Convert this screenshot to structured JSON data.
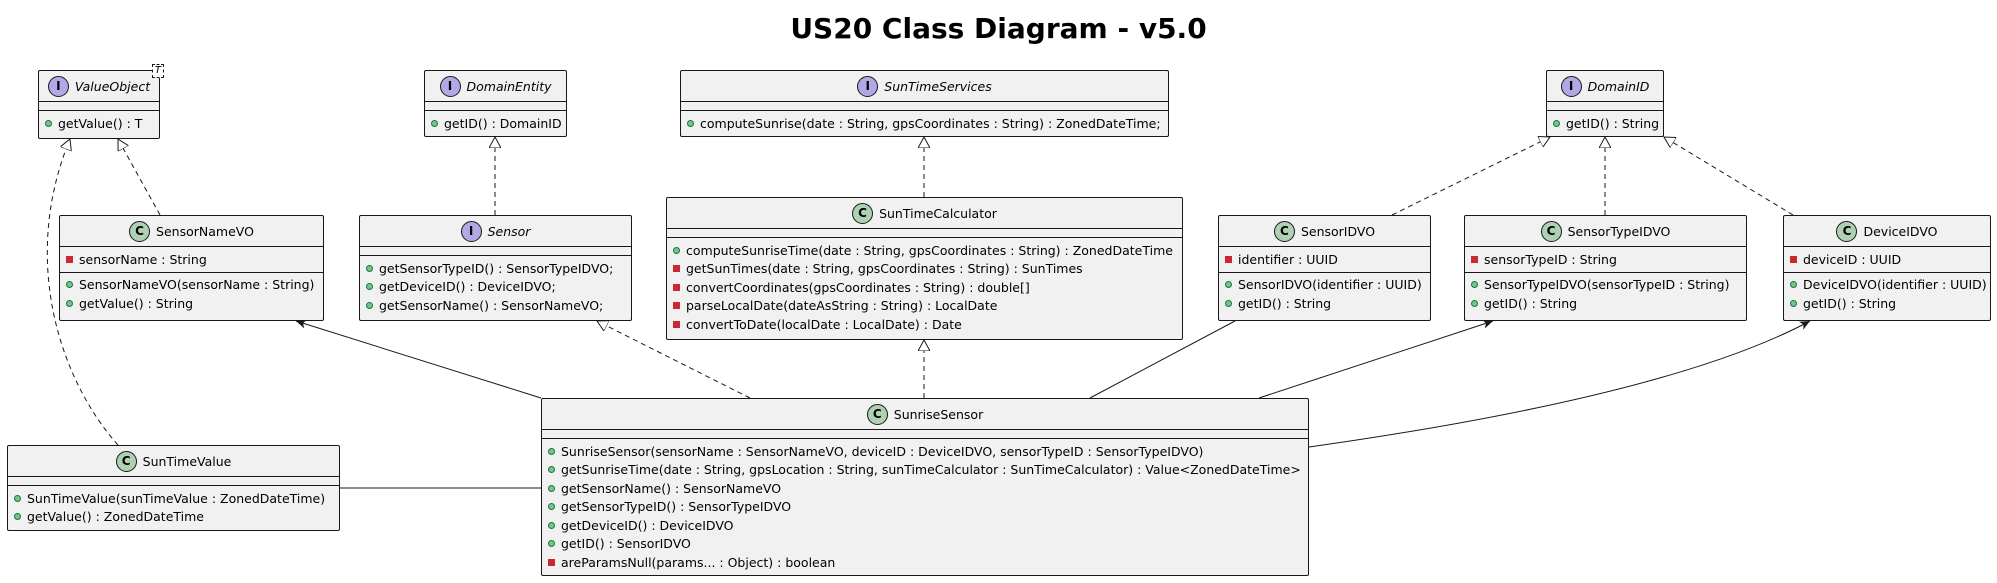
{
  "title": "US20 Class Diagram - v5.0",
  "classes": {
    "value_object": {
      "kind": "I",
      "name": "ValueObject",
      "template_param": "T",
      "attributes": [],
      "methods": [
        {
          "vis": "public",
          "text": "getValue() : T"
        }
      ]
    },
    "domain_entity": {
      "kind": "I",
      "name": "DomainEntity",
      "attributes": [],
      "methods": [
        {
          "vis": "public",
          "text": "getID() : DomainID"
        }
      ]
    },
    "sun_time_services": {
      "kind": "I",
      "name": "SunTimeServices",
      "attributes": [],
      "methods": [
        {
          "vis": "public",
          "text": "computeSunrise(date : String, gpsCoordinates : String) : ZonedDateTime;"
        }
      ]
    },
    "domain_id": {
      "kind": "I",
      "name": "DomainID",
      "attributes": [],
      "methods": [
        {
          "vis": "public",
          "text": "getID() : String"
        }
      ]
    },
    "sensor_name_vo": {
      "kind": "C",
      "name": "SensorNameVO",
      "attributes": [
        {
          "vis": "private",
          "text": "sensorName : String"
        }
      ],
      "methods": [
        {
          "vis": "public",
          "text": "SensorNameVO(sensorName : String)"
        },
        {
          "vis": "public",
          "text": "getValue() : String"
        }
      ]
    },
    "sensor": {
      "kind": "I",
      "name": "Sensor",
      "attributes": [],
      "methods": [
        {
          "vis": "public",
          "text": "getSensorTypeID() : SensorTypeIDVO;"
        },
        {
          "vis": "public",
          "text": "getDeviceID() : DeviceIDVO;"
        },
        {
          "vis": "public",
          "text": "getSensorName() : SensorNameVO;"
        }
      ]
    },
    "sun_time_calculator": {
      "kind": "C",
      "name": "SunTimeCalculator",
      "attributes": [],
      "methods": [
        {
          "vis": "public",
          "text": "computeSunriseTime(date : String, gpsCoordinates : String) : ZonedDateTime"
        },
        {
          "vis": "private",
          "text": "getSunTimes(date : String, gpsCoordinates : String) : SunTimes"
        },
        {
          "vis": "private",
          "text": "convertCoordinates(gpsCoordinates : String) : double[]"
        },
        {
          "vis": "private",
          "text": "parseLocalDate(dateAsString : String) : LocalDate"
        },
        {
          "vis": "private",
          "text": "convertToDate(localDate : LocalDate) : Date"
        }
      ]
    },
    "sensor_id_vo": {
      "kind": "C",
      "name": "SensorIDVO",
      "attributes": [
        {
          "vis": "private",
          "text": "identifier : UUID"
        }
      ],
      "methods": [
        {
          "vis": "public",
          "text": "SensorIDVO(identifier : UUID)"
        },
        {
          "vis": "public",
          "text": "getID() : String"
        }
      ]
    },
    "sensor_type_id_vo": {
      "kind": "C",
      "name": "SensorTypeIDVO",
      "attributes": [
        {
          "vis": "private",
          "text": "sensorTypeID : String"
        }
      ],
      "methods": [
        {
          "vis": "public",
          "text": "SensorTypeIDVO(sensorTypeID : String)"
        },
        {
          "vis": "public",
          "text": "getID() : String"
        }
      ]
    },
    "device_id_vo": {
      "kind": "C",
      "name": "DeviceIDVO",
      "attributes": [
        {
          "vis": "private",
          "text": "deviceID : UUID"
        }
      ],
      "methods": [
        {
          "vis": "public",
          "text": "DeviceIDVO(identifier : UUID)"
        },
        {
          "vis": "public",
          "text": "getID() : String"
        }
      ]
    },
    "sun_time_value": {
      "kind": "C",
      "name": "SunTimeValue",
      "attributes": [],
      "methods": [
        {
          "vis": "public",
          "text": "SunTimeValue(sunTimeValue : ZonedDateTime)"
        },
        {
          "vis": "public",
          "text": "getValue() : ZonedDateTime"
        }
      ]
    },
    "sunrise_sensor": {
      "kind": "C",
      "name": "SunriseSensor",
      "attributes": [],
      "methods": [
        {
          "vis": "public",
          "text": "SunriseSensor(sensorName : SensorNameVO, deviceID : DeviceIDVO, sensorTypeID : SensorTypeIDVO)"
        },
        {
          "vis": "public",
          "text": "getSunriseTime(date : String, gpsLocation : String, sunTimeCalculator : SunTimeCalculator) : Value<ZonedDateTime>"
        },
        {
          "vis": "public",
          "text": "getSensorName() : SensorNameVO"
        },
        {
          "vis": "public",
          "text": "getSensorTypeID() : SensorTypeIDVO"
        },
        {
          "vis": "public",
          "text": "getDeviceID() : DeviceIDVO"
        },
        {
          "vis": "public",
          "text": "getID() : SensorIDVO"
        },
        {
          "vis": "private",
          "text": "areParamsNull(params... : Object) : boolean"
        }
      ]
    }
  },
  "relationships": [
    {
      "from": "sensor_name_vo",
      "to": "value_object",
      "type": "realization"
    },
    {
      "from": "sun_time_value",
      "to": "value_object",
      "type": "realization"
    },
    {
      "from": "sensor",
      "to": "domain_entity",
      "type": "realization"
    },
    {
      "from": "sun_time_calculator",
      "to": "sun_time_services",
      "type": "realization"
    },
    {
      "from": "sensor_id_vo",
      "to": "domain_id",
      "type": "realization"
    },
    {
      "from": "sensor_type_id_vo",
      "to": "domain_id",
      "type": "realization"
    },
    {
      "from": "device_id_vo",
      "to": "domain_id",
      "type": "realization"
    },
    {
      "from": "sunrise_sensor",
      "to": "sensor",
      "type": "realization"
    },
    {
      "from": "sunrise_sensor",
      "to": "sun_time_calculator",
      "type": "realization"
    },
    {
      "from": "sunrise_sensor",
      "to": "sensor_name_vo",
      "type": "association"
    },
    {
      "from": "sunrise_sensor",
      "to": "sensor_type_id_vo",
      "type": "association"
    },
    {
      "from": "sunrise_sensor",
      "to": "device_id_vo",
      "type": "association"
    },
    {
      "from": "sunrise_sensor",
      "to": "sensor_id_vo",
      "type": "link"
    },
    {
      "from": "sunrise_sensor",
      "to": "sun_time_value",
      "type": "link"
    }
  ],
  "colors": {
    "class_fill": "#f1f1f1",
    "border": "#181818",
    "class_badge": "#add1b2",
    "interface_badge": "#b4a7e5",
    "public_marker": "#84be84",
    "private_marker": "#c82930"
  }
}
